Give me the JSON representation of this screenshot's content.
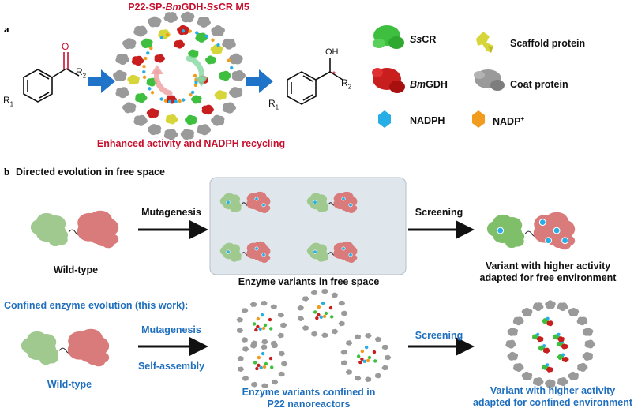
{
  "colors": {
    "red_text": "#c8102e",
    "blue_text": "#1f6fbf",
    "ss_cr": "#3fbf3f",
    "bm_gdh": "#c81e1e",
    "scaffold": "#d6d63a",
    "coat": "#9a9a9a",
    "nadph": "#27aee6",
    "nadp_plus": "#f29c1f",
    "arrow_blue": "#1f74c9",
    "wt_green": "#9fc98f",
    "wt_red": "#d97b7b",
    "box_fill": "#dfe6ec"
  },
  "panel_a": {
    "label": "a",
    "title_parts": [
      "P22-SP-",
      "Bm",
      "GDH-",
      "Ss",
      "CR M5"
    ],
    "caption": "Enhanced activity and NADPH recycling",
    "substrate": {
      "r1": "R",
      "r1_sub": "1",
      "r2": "R",
      "r2_sub": "2",
      "oxygen": "O"
    },
    "product": {
      "r1": "R",
      "r1_sub": "1",
      "r2": "R",
      "r2_sub": "2",
      "oh": "OH",
      "star": "*"
    },
    "legend": [
      {
        "icon": "sscr-enzyme-icon",
        "italic": "Ss",
        "text": "CR"
      },
      {
        "icon": "scaffold-protein-icon",
        "italic": "",
        "text": "Scaffold protein"
      },
      {
        "icon": "bmgdh-enzyme-icon",
        "italic": "Bm",
        "text": "GDH"
      },
      {
        "icon": "coat-protein-icon",
        "italic": "",
        "text": "Coat protein"
      },
      {
        "icon": "nadph-icon",
        "italic": "",
        "text": "NADPH"
      },
      {
        "icon": "nadp-plus-icon",
        "italic": "",
        "text": "NADP",
        "sup": "+"
      }
    ]
  },
  "panel_b": {
    "label": "b",
    "free": {
      "heading": "Directed evolution in free space",
      "mutagenesis": "Mutagenesis",
      "screening": "Screening",
      "wild_type": "Wild-type",
      "variants_caption": "Enzyme variants in free space",
      "result_line1": "Variant with higher activity",
      "result_line2": "adapted for free environment"
    },
    "confined": {
      "heading": "Confined enzyme evolution (this work):",
      "mutagenesis": "Mutagenesis",
      "self_assembly": "Self-assembly",
      "screening": "Screening",
      "wild_type": "Wild-type",
      "variants_line1": "Enzyme variants confined in",
      "variants_line2": "P22 nanoreactors",
      "result_line1": "Variant with higher activity",
      "result_line2": "adapted for confined environment"
    }
  }
}
